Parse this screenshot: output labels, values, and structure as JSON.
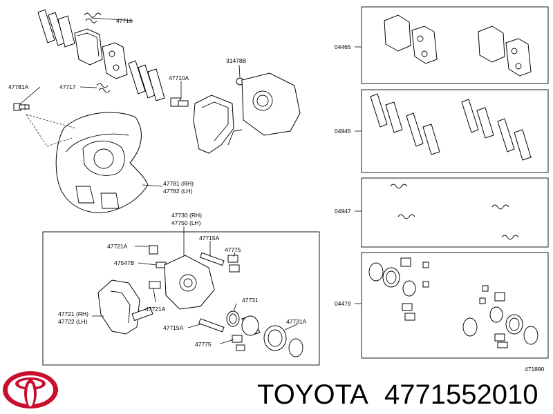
{
  "diagram": {
    "labels": {
      "p47716": "47716",
      "p47781A": "47781A",
      "p47717": "47717",
      "p47710A": "47710A",
      "p31478B": "31478B",
      "p47781": "47781 (RH)",
      "p47782": "47782 (LH)",
      "p47730": "47730 (RH)",
      "p47750": "47750 (LH)",
      "p47721A_top": "47721A",
      "p47715A_top": "47715A",
      "p47775_top": "47775",
      "p47547B": "47547B",
      "p47721": "47721 (RH)",
      "p47722": "47722 (LH)",
      "p47721A_mid": "47721A",
      "p47731": "47731",
      "p47715A_bot": "47715A",
      "p47731A": "47731A",
      "p47775_bot": "47775",
      "k04465": "04465",
      "k04945": "04945",
      "k04947": "04947",
      "k04479": "04479",
      "ref": "471890"
    }
  },
  "footer": {
    "brand": "TOYOTA",
    "part_number": "4771552010",
    "logo_icon": "toyota-logo-icon"
  }
}
